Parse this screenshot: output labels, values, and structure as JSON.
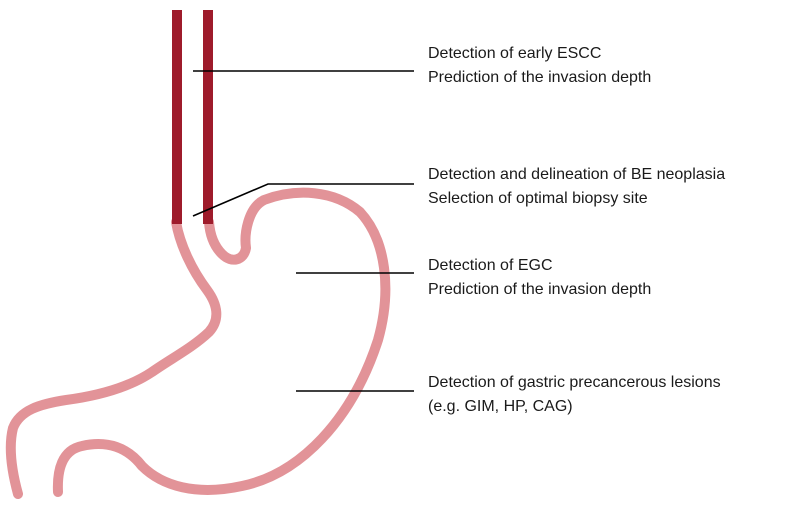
{
  "colors": {
    "esophagus": "#9e1b2b",
    "stomach": "#e29398",
    "leader_line": "#000000",
    "text": "#1a1a1a"
  },
  "annotations": [
    {
      "line1": "Detection of early ESCC",
      "line2": "Prediction of the invasion depth"
    },
    {
      "line1": "Detection and delineation of BE neoplasia",
      "line2": "Selection of optimal biopsy site"
    },
    {
      "line1": "Detection of EGC",
      "line2": "Prediction of the invasion depth"
    },
    {
      "line1": "Detection of gastric precancerous lesions",
      "line2": "(e.g. GIM, HP, CAG)"
    }
  ]
}
